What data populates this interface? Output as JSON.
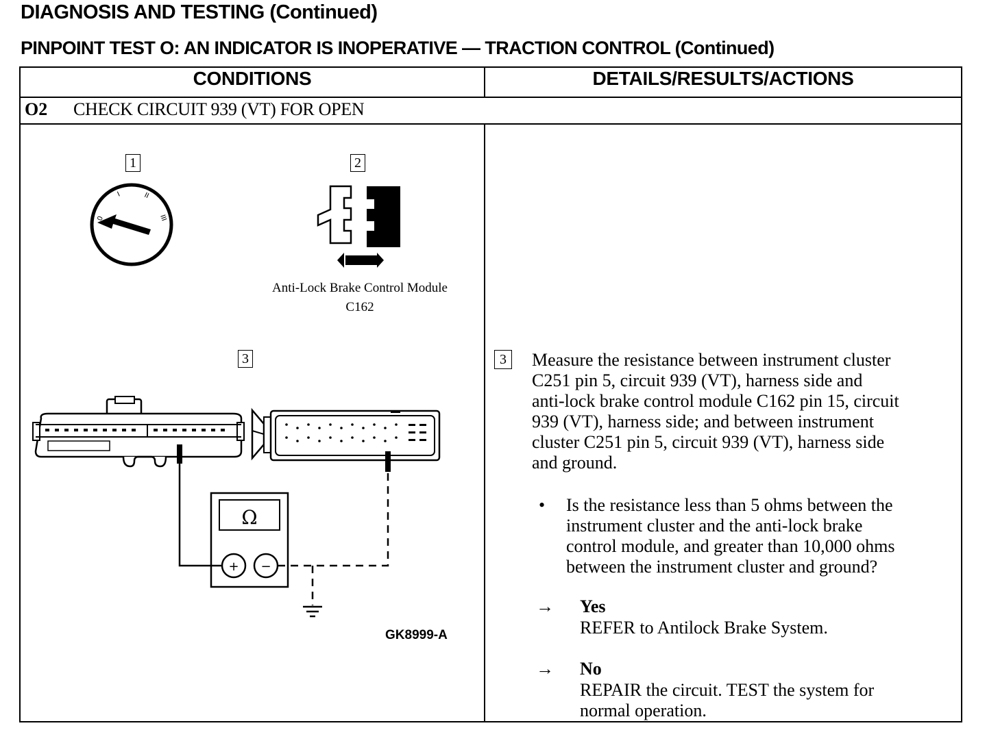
{
  "header": {
    "title": "DIAGNOSIS AND TESTING (Continued)",
    "subtitle": "PINPOINT TEST O:  AN INDICATOR IS INOPERATIVE — TRACTION CONTROL (Continued)"
  },
  "table": {
    "col_conditions": "CONDITIONS",
    "col_details": "DETAILS/RESULTS/ACTIONS",
    "step_number": "O2",
    "step_title": "CHECK CIRCUIT 939 (VT) FOR OPEN"
  },
  "figure": {
    "callout_1": "1",
    "callout_2": "2",
    "callout_3": "3",
    "module_caption": "Anti-Lock Brake Control Module",
    "connector_caption": "C162",
    "meter_symbol": "Ω",
    "plus": "+",
    "minus": "−",
    "ignition_labels": [
      "0",
      "I",
      "II",
      "III"
    ],
    "code": "GK8999-A"
  },
  "details": {
    "callout": "3",
    "instruction_lines": [
      "Measure the resistance between instrument cluster",
      "C251 pin 5, circuit 939 (VT), harness side and",
      "anti-lock brake control module C162 pin 15, circuit",
      "939 (VT), harness side; and between instrument",
      "cluster C251 pin 5, circuit 939 (VT), harness  side",
      "and ground."
    ],
    "bullet": "•",
    "question_lines": [
      "Is the resistance less than 5 ohms between the",
      "instrument cluster and the anti-lock brake",
      "control module, and greater than 10,000 ohms",
      "between the instrument cluster and ground?"
    ],
    "arrow": "→",
    "yes_label": "Yes",
    "yes_lines": [
      "REFER to Antilock Brake System."
    ],
    "no_label": "No",
    "no_lines": [
      "REPAIR the circuit. TEST the system for",
      "normal operation."
    ]
  }
}
